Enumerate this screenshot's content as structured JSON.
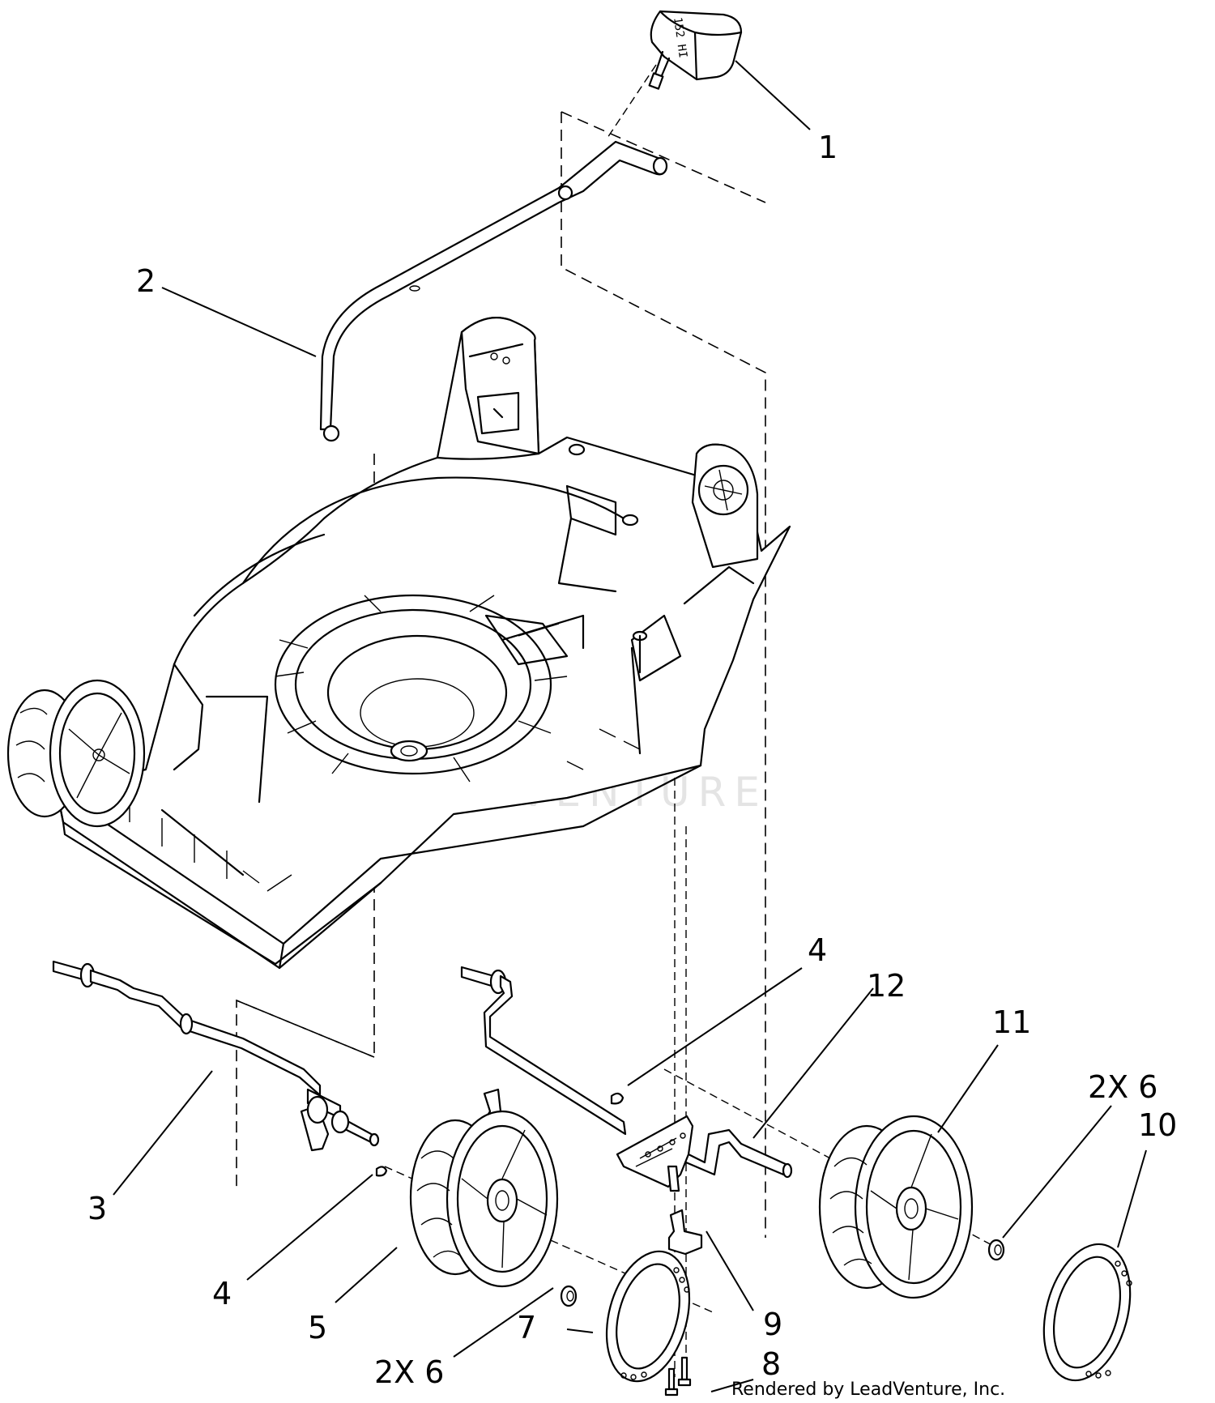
{
  "watermark": {
    "text": "LEADVENTURE"
  },
  "credit": {
    "text": "Rendered by LeadVenture, Inc."
  },
  "callouts": [
    {
      "id": "1",
      "label": "1"
    },
    {
      "id": "2",
      "label": "2"
    },
    {
      "id": "3",
      "label": "3"
    },
    {
      "id": "4a",
      "label": "4"
    },
    {
      "id": "4b",
      "label": "4"
    },
    {
      "id": "5",
      "label": "5"
    },
    {
      "id": "6a",
      "label": "2X 6"
    },
    {
      "id": "6b",
      "label": "2X 6"
    },
    {
      "id": "7",
      "label": "7"
    },
    {
      "id": "8",
      "label": "8"
    },
    {
      "id": "9",
      "label": "9"
    },
    {
      "id": "10",
      "label": "10"
    },
    {
      "id": "11",
      "label": "11"
    },
    {
      "id": "12",
      "label": "12"
    }
  ],
  "knob_label": {
    "text": "152 HI"
  }
}
